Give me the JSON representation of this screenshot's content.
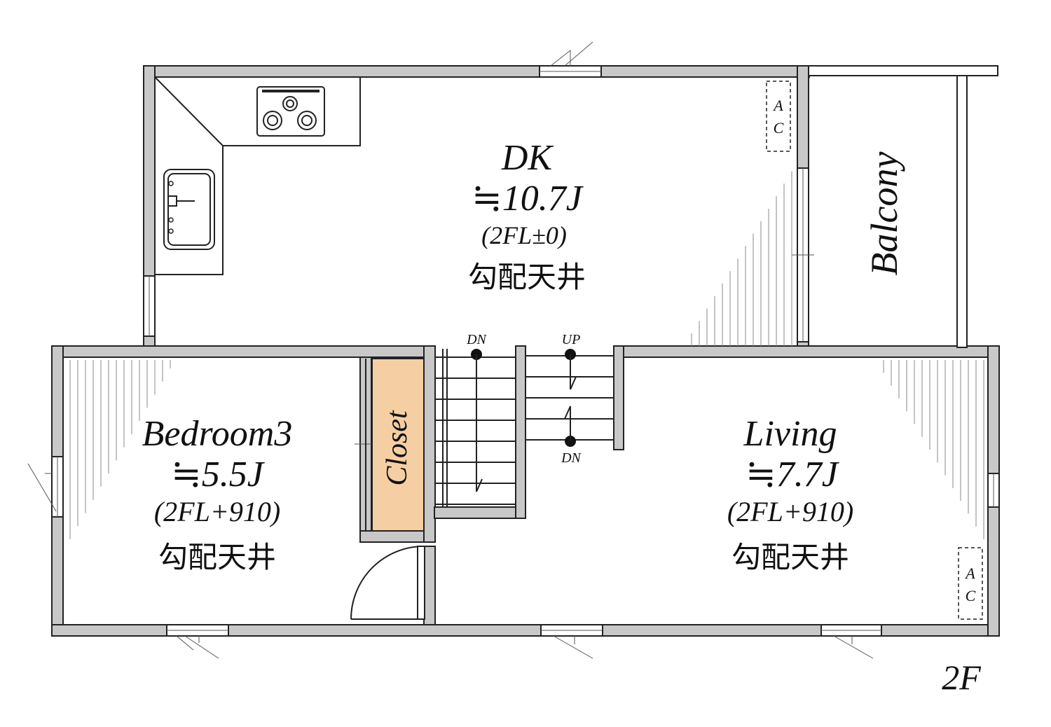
{
  "floor_label": "2F",
  "rooms": {
    "dk": {
      "name": "DK",
      "area": "≒10.7J",
      "level": "(2FL±0)",
      "ceiling": "勾配天井"
    },
    "balcony": {
      "name": "Balcony"
    },
    "bedroom3": {
      "name": "Bedroom3",
      "area": "≒5.5J",
      "level": "(2FL+910)",
      "ceiling": "勾配天井"
    },
    "closet": {
      "name": "Closet"
    },
    "living": {
      "name": "Living",
      "area": "≒7.7J",
      "level": "(2FL+910)",
      "ceiling": "勾配天井"
    }
  },
  "stairs": {
    "dn_left": "DN",
    "up": "UP",
    "dn_right": "DN"
  },
  "ac_units": [
    {
      "line1": "A",
      "line2": "C"
    },
    {
      "line1": "A",
      "line2": "C"
    }
  ],
  "colors": {
    "wall": "#c8c8c8",
    "closet": "#f5cfa3",
    "line": "#222222"
  }
}
